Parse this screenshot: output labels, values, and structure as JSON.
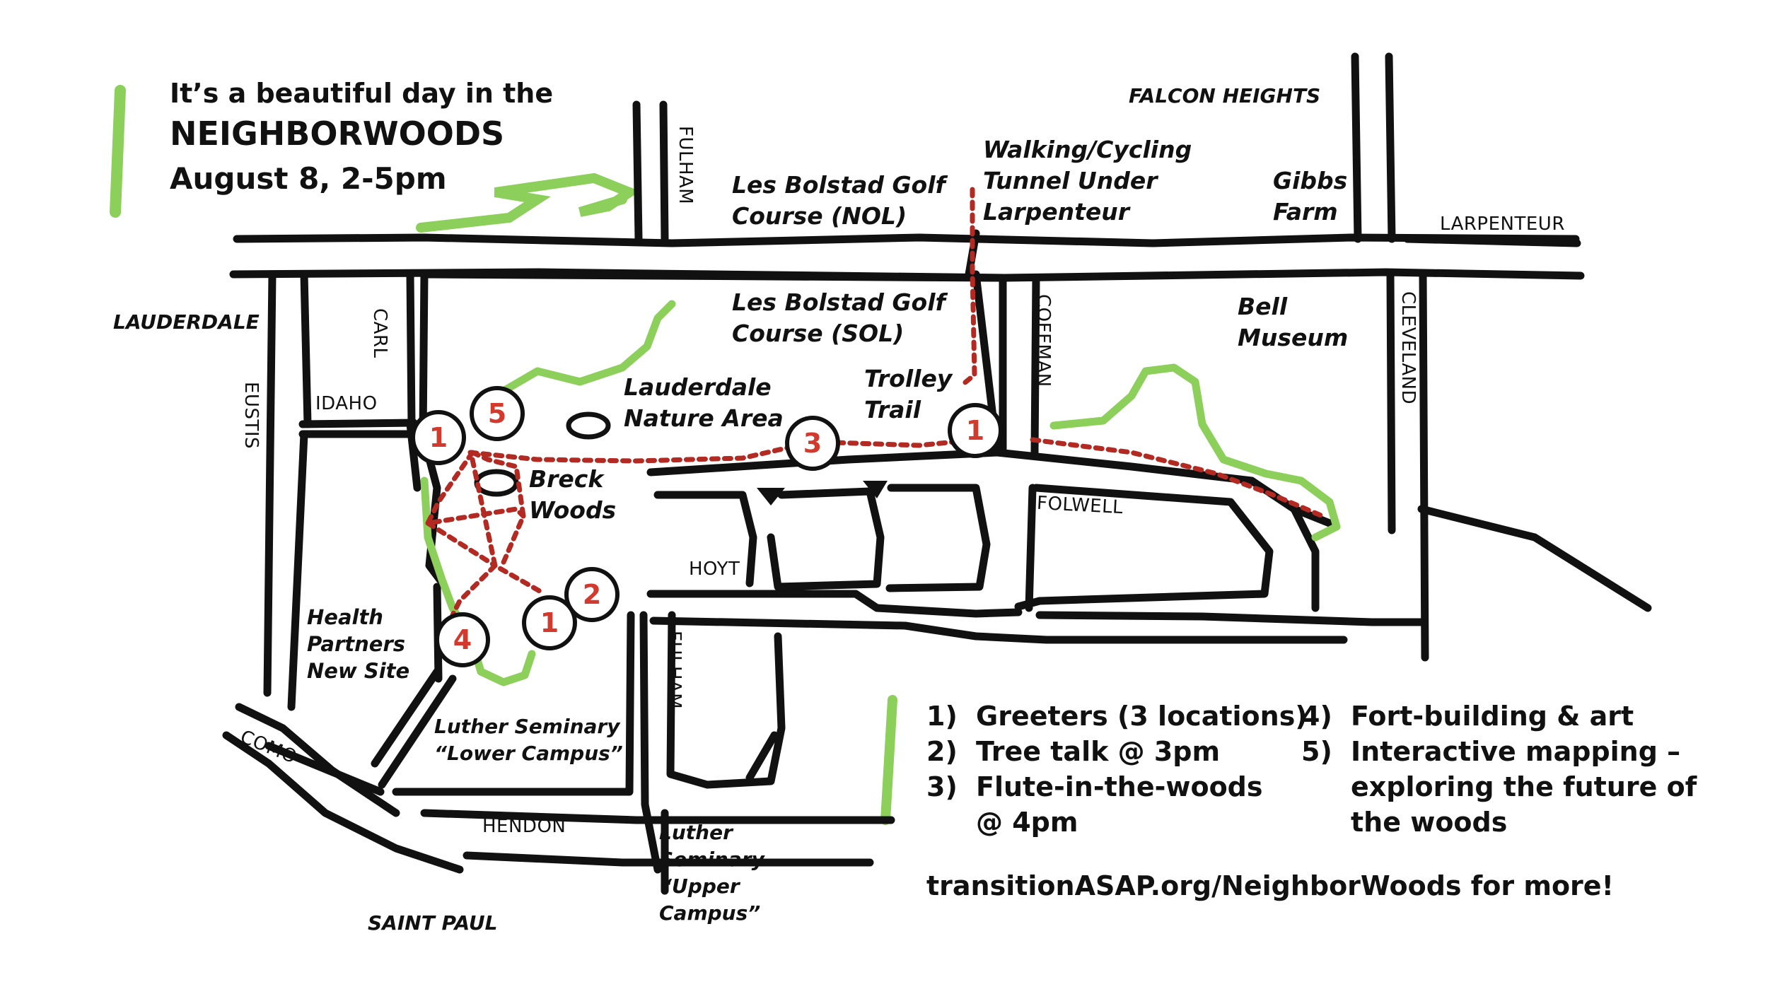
{
  "header": {
    "line1": "It’s a beautiful day in the",
    "line2": "NEIGHBORWOODS",
    "line3": "August 8, 2-5pm"
  },
  "areas": {
    "falcon_heights": "FALCON HEIGHTS",
    "golf_nol_1": "Les Bolstad Golf",
    "golf_nol_2": "Course (NOL)",
    "tunnel_1": "Walking/Cycling",
    "tunnel_2": "Tunnel Under",
    "tunnel_3": "Larpenteur",
    "gibbs_1": "Gibbs",
    "gibbs_2": "Farm",
    "golf_sol_1": "Les Bolstad Golf",
    "golf_sol_2": "Course (SOL)",
    "lauderdale": "LAUDERDALE",
    "bell_1": "Bell",
    "bell_2": "Museum",
    "nature_1": "Lauderdale",
    "nature_2": "Nature Area",
    "trolley_1": "Trolley",
    "trolley_2": "Trail",
    "breck_1": "Breck",
    "breck_2": "Woods",
    "health_1": "Health",
    "health_2": "Partners",
    "health_3": "New Site",
    "luther_lower_1": "Luther Seminary",
    "luther_lower_2": "“Lower Campus”",
    "luther_upper_1": "Luther",
    "luther_upper_2": "Seminary",
    "luther_upper_3": "“Upper",
    "luther_upper_4": "Campus”",
    "saint_paul": "SAINT PAUL"
  },
  "streets": {
    "fulham_north": "FULHAM",
    "larpenteur": "LARPENTEUR",
    "carl": "CARL",
    "coffman": "COFFMAN",
    "cleveland": "CLEVELAND",
    "eustis": "EUSTIS",
    "idaho": "IDAHO",
    "folwell": "FOLWELL",
    "hoyt": "HOYT",
    "fulham_south": "FULHAM",
    "como": "COMO",
    "hendon": "HENDON"
  },
  "stops": [
    {
      "id": "stop-1-west",
      "label": "1"
    },
    {
      "id": "stop-5",
      "label": "5"
    },
    {
      "id": "stop-3",
      "label": "3"
    },
    {
      "id": "stop-1-east",
      "label": "1"
    },
    {
      "id": "stop-2",
      "label": "2"
    },
    {
      "id": "stop-1-south",
      "label": "1"
    },
    {
      "id": "stop-4",
      "label": "4"
    }
  ],
  "legend": [
    {
      "num": "1)",
      "text": "Greeters (3 locations)"
    },
    {
      "num": "2)",
      "text": "Tree talk @ 3pm"
    },
    {
      "num": "3)",
      "text": "Flute-in-the-woods"
    },
    {
      "num": "",
      "text": "@ 4pm"
    },
    {
      "num": "4)",
      "text": "Fort-building & art"
    },
    {
      "num": "5)",
      "text": "Interactive mapping –"
    },
    {
      "num": "",
      "text": "exploring the future of"
    },
    {
      "num": "",
      "text": "the woods"
    }
  ],
  "footer": {
    "url": "transitionASAP.org/NeighborWoods for more!"
  },
  "colors": {
    "trail_green": "#8ccf5a",
    "dotted_path": "#b22a22",
    "stop_number": "#d23a2e",
    "road": "#111111"
  }
}
